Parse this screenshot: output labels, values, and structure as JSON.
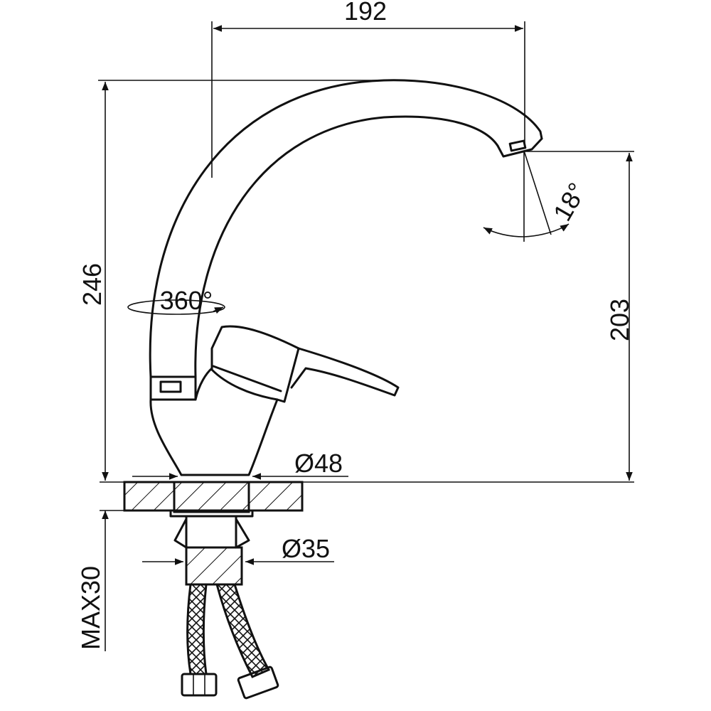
{
  "dimensions": {
    "spout_reach": "192",
    "total_height": "246",
    "spout_height": "203",
    "swivel_angle": "360°",
    "aerator_angle": "18°",
    "base_diameter": "Ø48",
    "shank_diameter": "Ø35",
    "max_counter_thickness": "MAX30"
  },
  "colors": {
    "line": "#111111",
    "background": "#ffffff"
  }
}
